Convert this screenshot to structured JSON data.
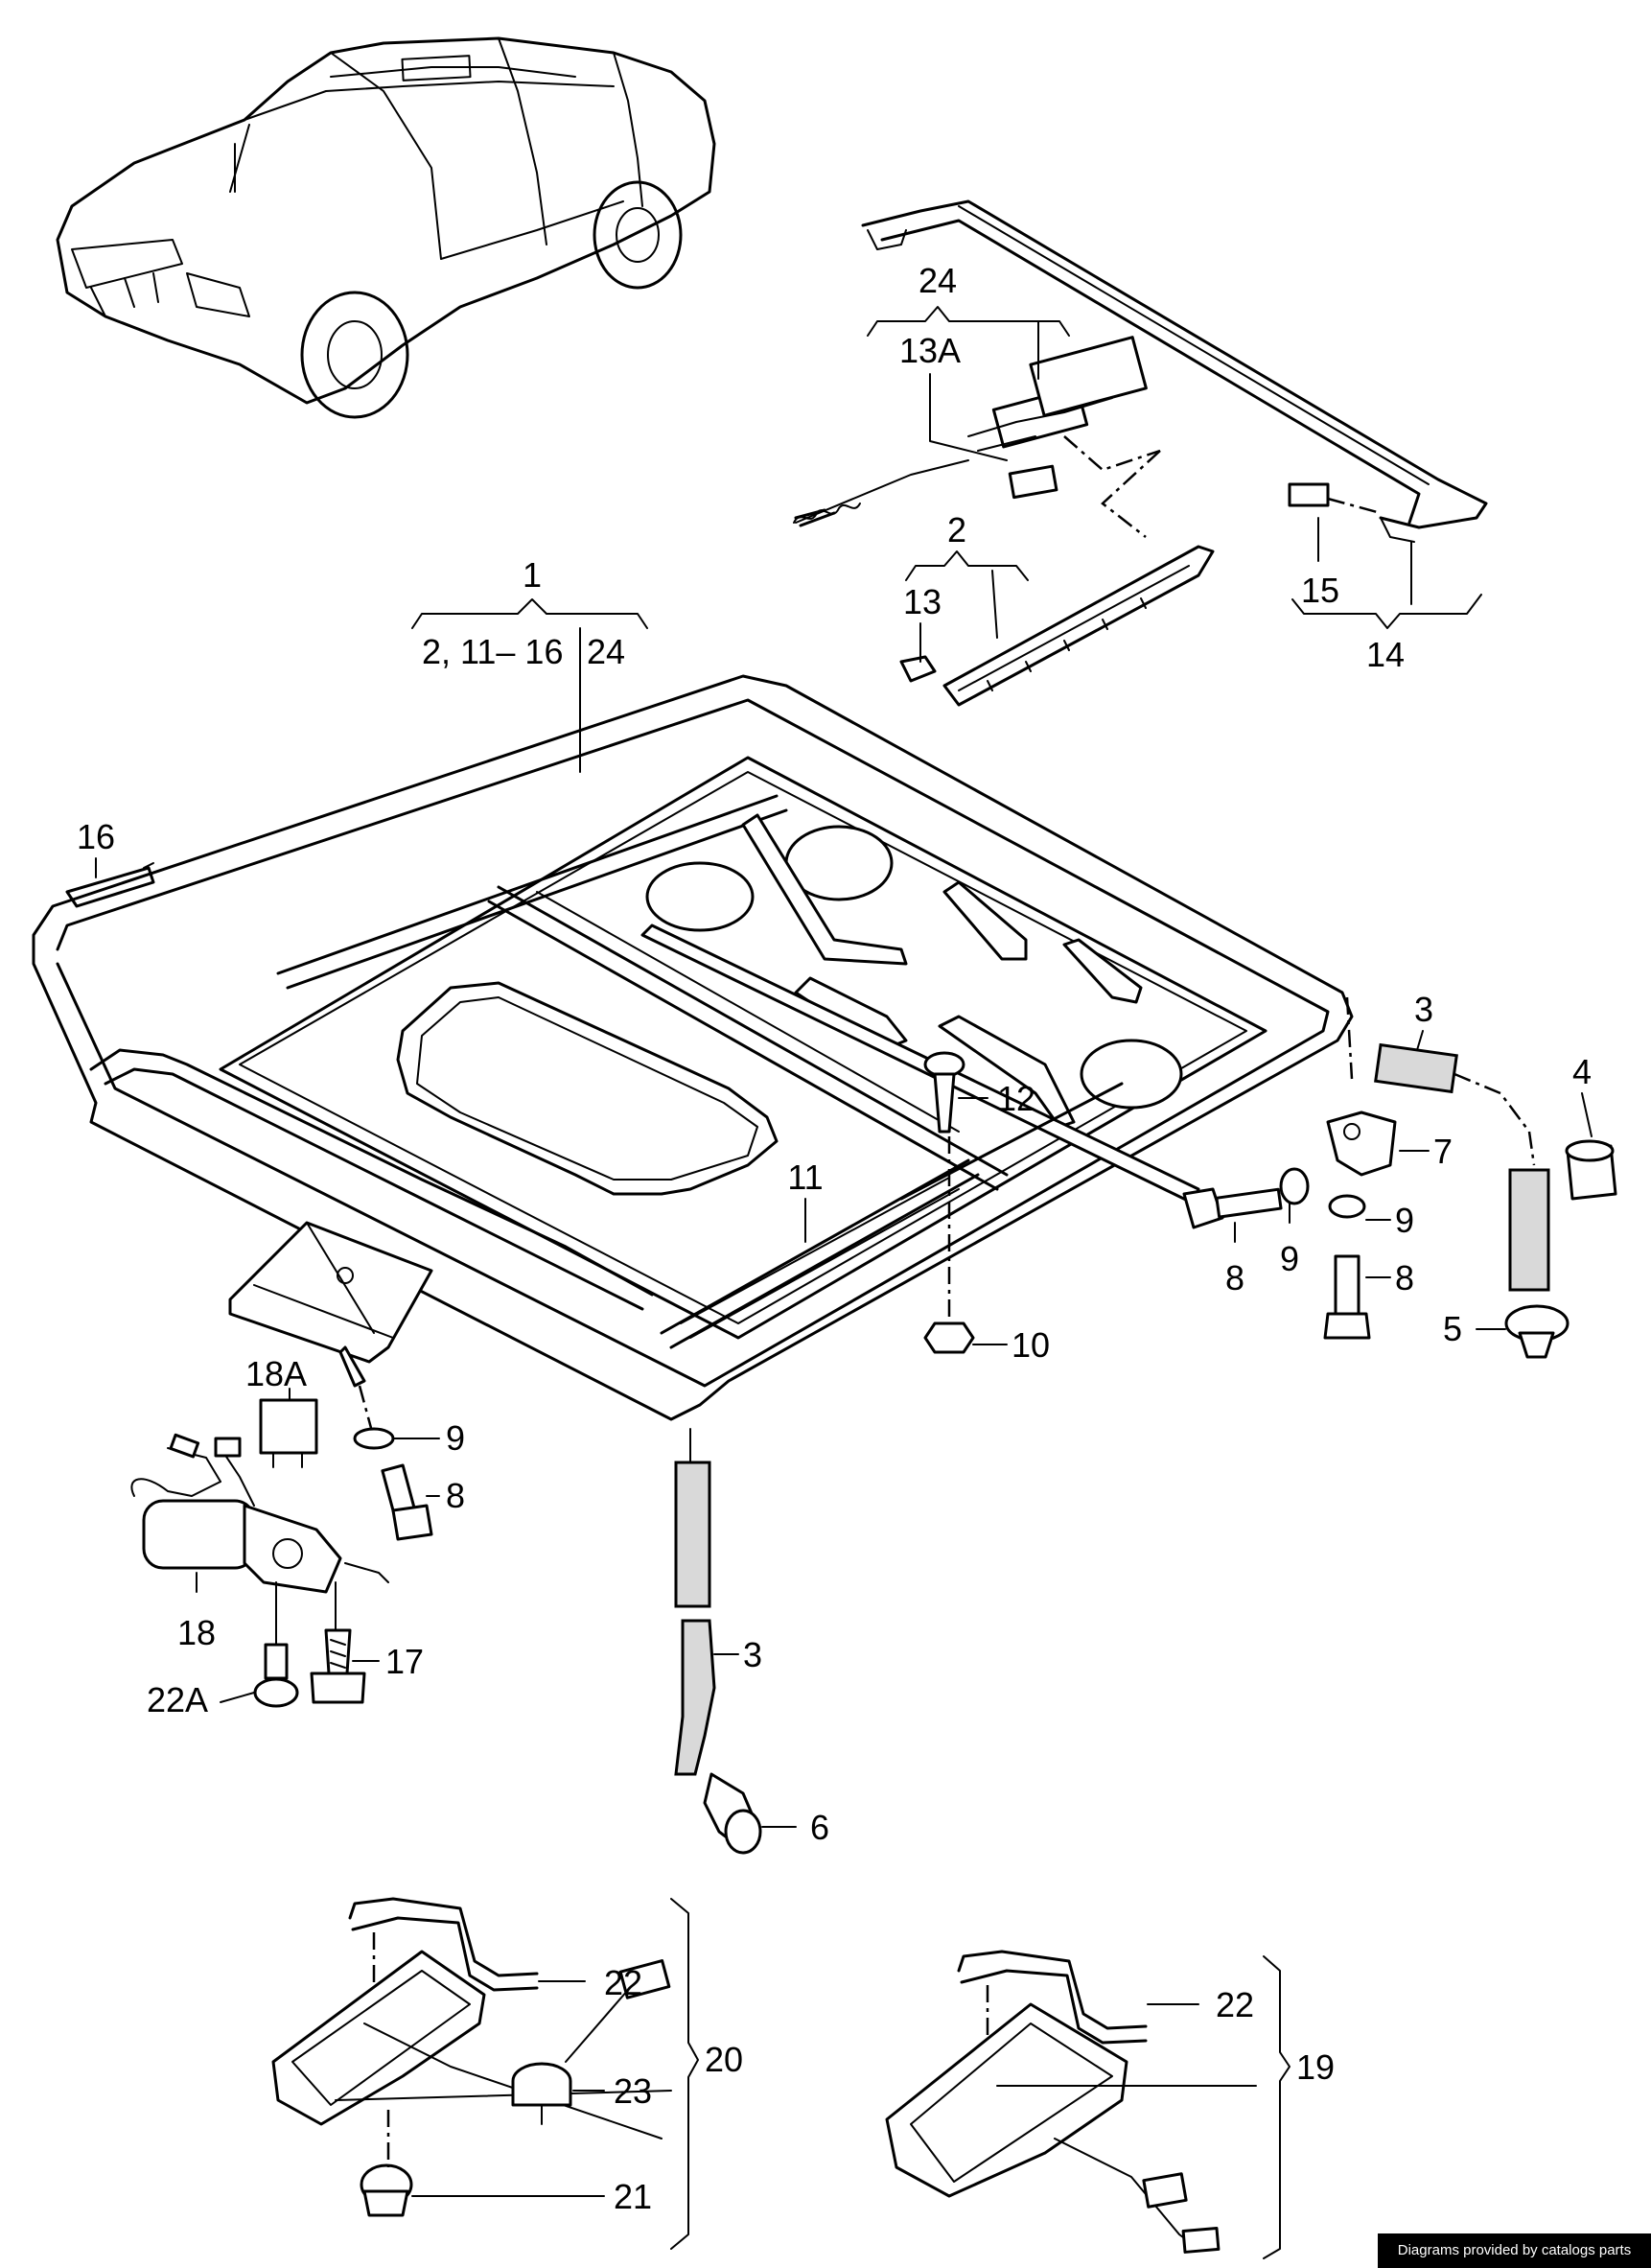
{
  "diagram": {
    "title": "",
    "colors": {
      "ink": "#000000",
      "paper": "#ffffff",
      "footer_bg": "#000000",
      "footer_text": "#ffffff"
    }
  },
  "callouts": {
    "c1": "1",
    "c1_sub": "2, 11– 16",
    "c1_sub2": "24",
    "c2": "2",
    "c3_right": "3",
    "c3_lower": "3",
    "c4": "4",
    "c5": "5",
    "c6": "6",
    "c7": "7",
    "c8_bolt": "8",
    "c8_stud": "8",
    "c8_lower": "8",
    "c9_a": "9",
    "c9_b": "9",
    "c9_lower": "9",
    "c10": "10",
    "c11": "11",
    "c12": "12",
    "c13": "13",
    "c13a": "13A",
    "c14": "14",
    "c15": "15",
    "c16": "16",
    "c17": "17",
    "c18": "18",
    "c18a": "18A",
    "c19": "19",
    "c20": "20",
    "c21": "21",
    "c22_left": "22",
    "c22_right": "22",
    "c22a": "22A",
    "c23": "23",
    "c24": "24"
  },
  "footer": {
    "credit": "Diagrams provided by catalogs parts"
  }
}
